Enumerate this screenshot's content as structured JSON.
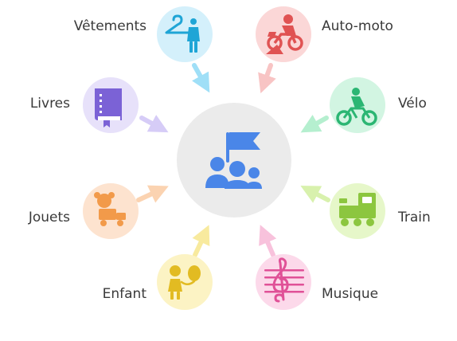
{
  "center": {
    "icon": "community-flag-icon",
    "bg_color": "#ebebeb",
    "icon_color": "#4a86e8"
  },
  "categories": [
    {
      "id": "vetements",
      "label": "Vêtements",
      "icon": "clothes-hanger-icon",
      "bg_color": "#d4f0fb",
      "icon_color": "#1fa5d6",
      "arrow_color": "#9fdff7"
    },
    {
      "id": "auto-moto",
      "label": "Auto-moto",
      "icon": "motorcycle-rider-icon",
      "bg_color": "#fbd7d7",
      "icon_color": "#e05353",
      "arrow_color": "#f8c4c4"
    },
    {
      "id": "livres",
      "label": "Livres",
      "icon": "book-icon",
      "bg_color": "#e7e1fa",
      "icon_color": "#7b62d6",
      "arrow_color": "#d6ccf7"
    },
    {
      "id": "velo",
      "label": "Vélo",
      "icon": "cyclist-icon",
      "bg_color": "#d2f5e2",
      "icon_color": "#2bb673",
      "arrow_color": "#b5efcf"
    },
    {
      "id": "jouets",
      "label": "Jouets",
      "icon": "teddy-truck-icon",
      "bg_color": "#fde3cf",
      "icon_color": "#f29a4a",
      "arrow_color": "#fbd3b1"
    },
    {
      "id": "train",
      "label": "Train",
      "icon": "train-icon",
      "bg_color": "#e6f7c9",
      "icon_color": "#8cc63f",
      "arrow_color": "#d8f1ad"
    },
    {
      "id": "enfant",
      "label": "Enfant",
      "icon": "child-balloon-icon",
      "bg_color": "#fcf3c4",
      "icon_color": "#e2bb22",
      "arrow_color": "#f8ea9e"
    },
    {
      "id": "musique",
      "label": "Musique",
      "icon": "music-staff-icon",
      "bg_color": "#fcd9ea",
      "icon_color": "#e05197",
      "arrow_color": "#f8c2dc"
    }
  ]
}
